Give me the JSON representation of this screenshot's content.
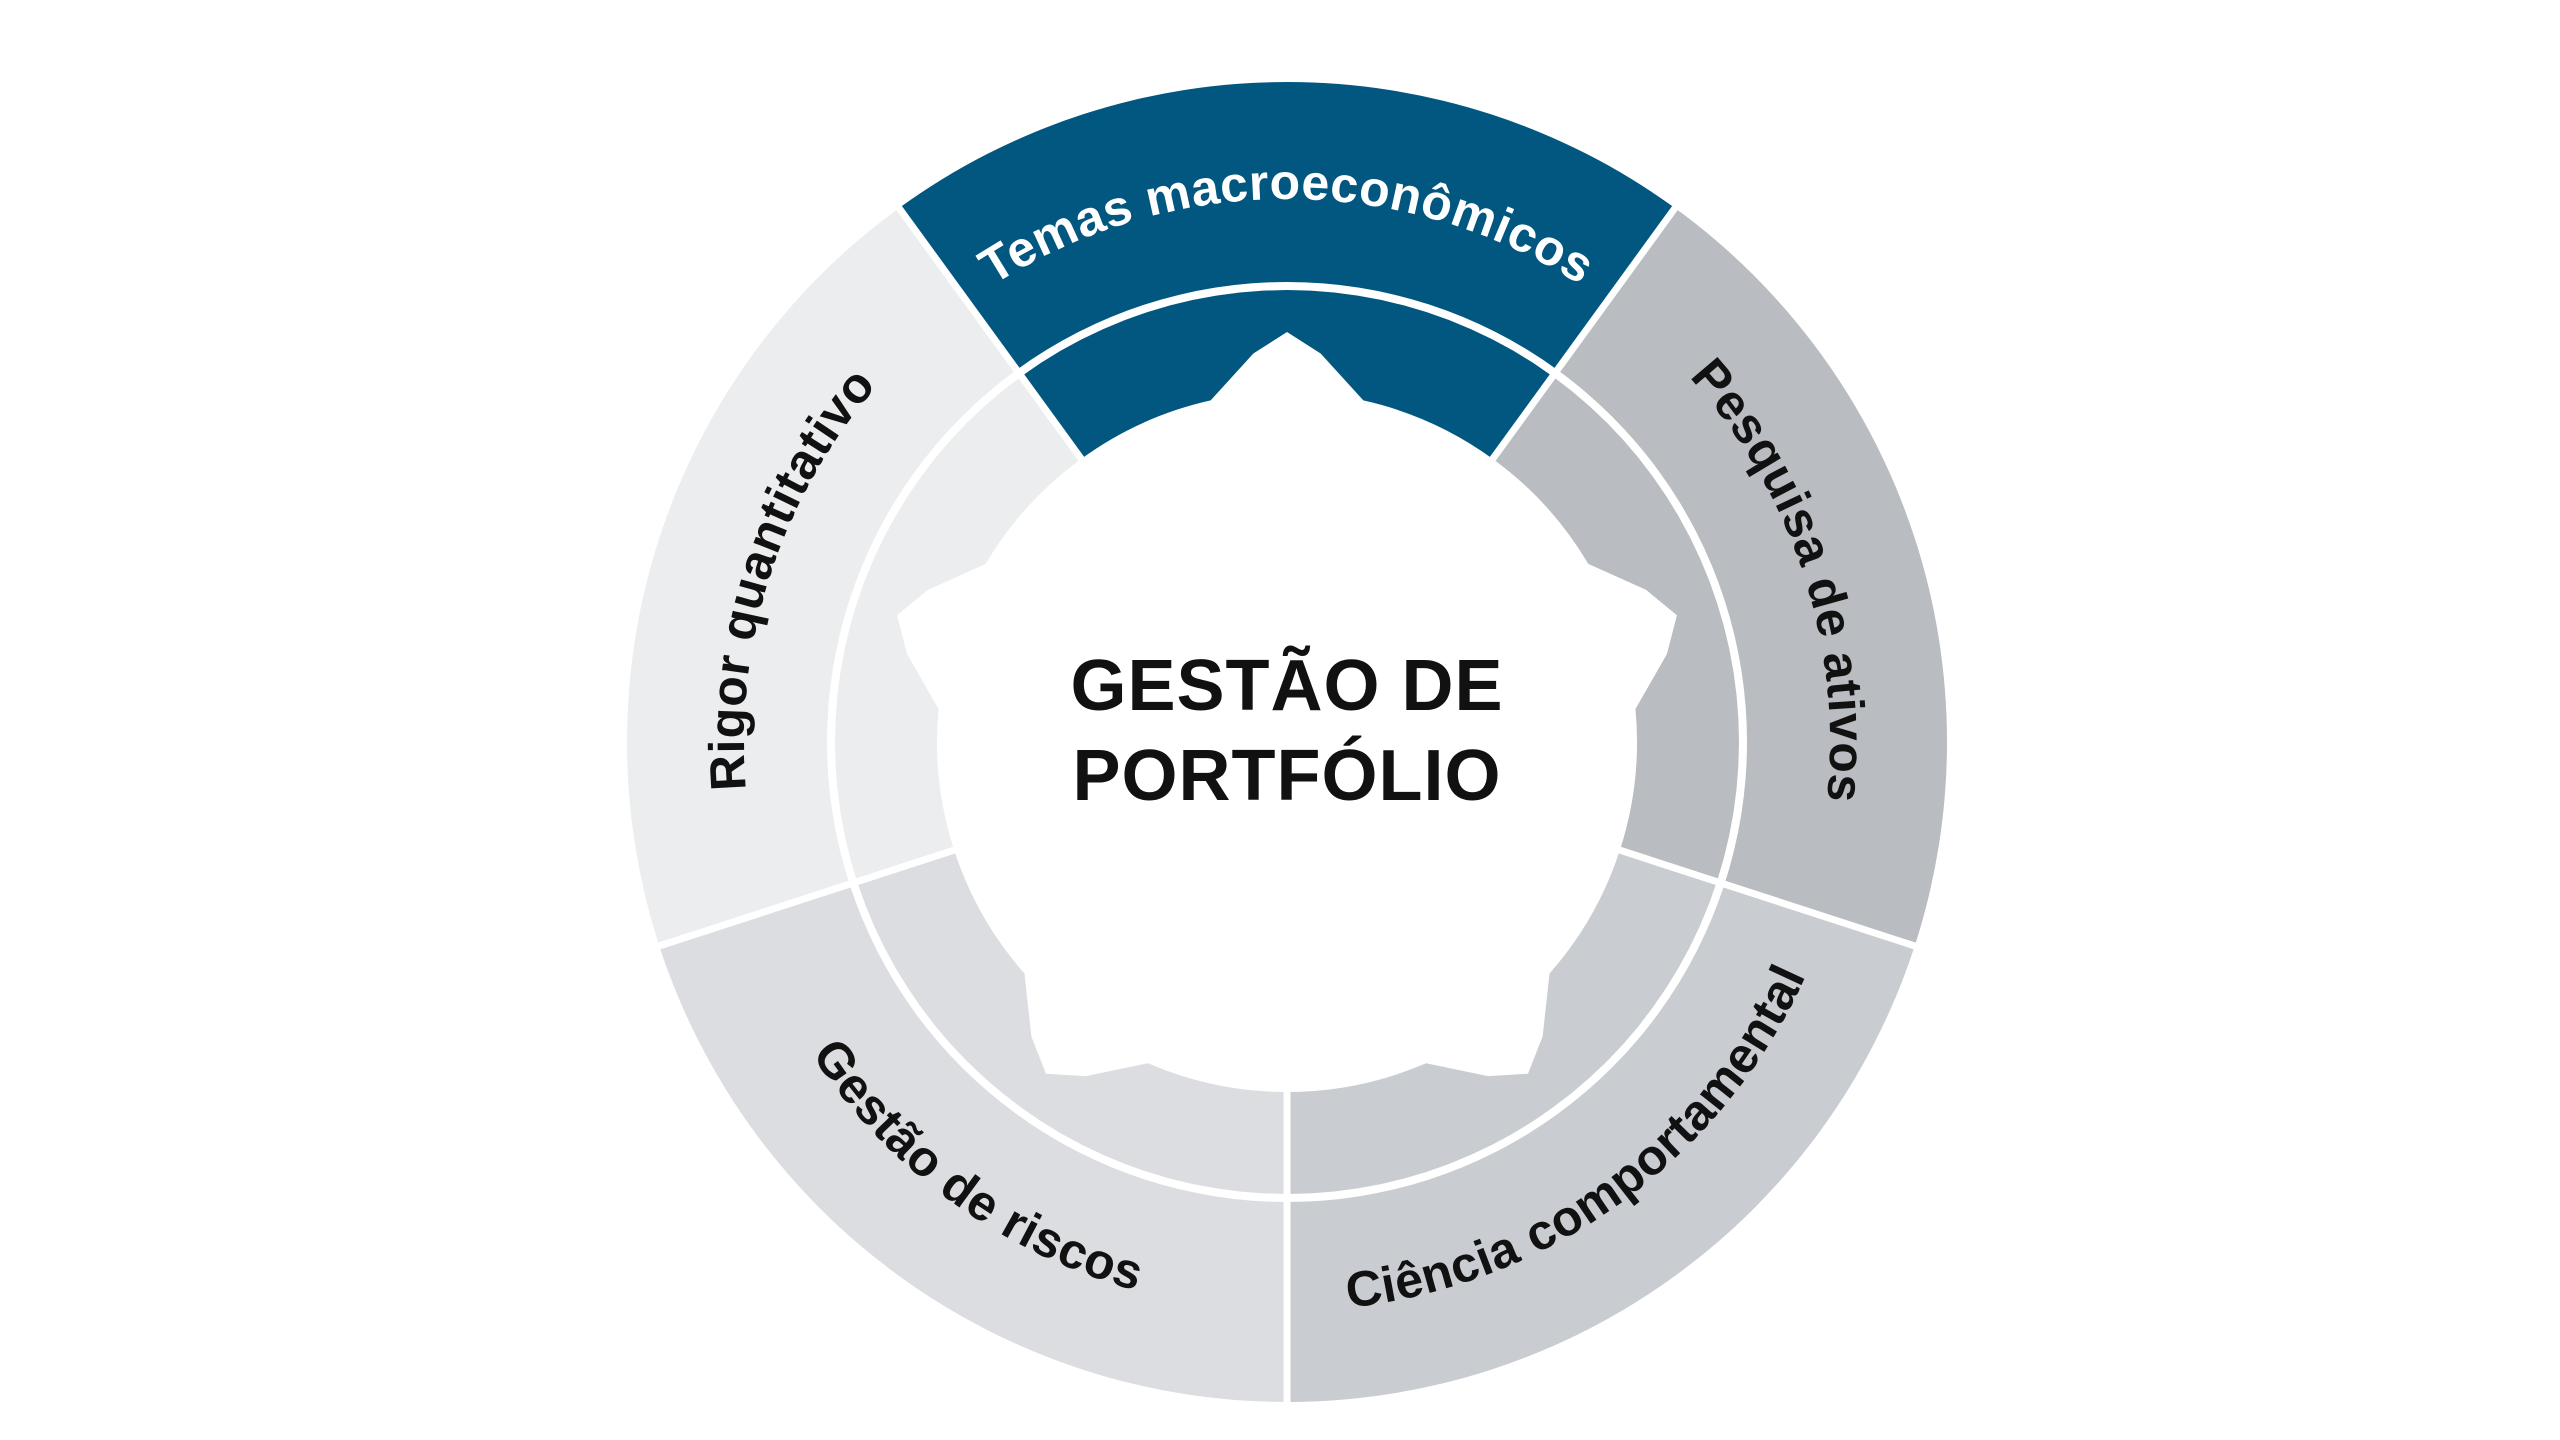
{
  "diagram": {
    "center": {
      "line1": "GESTÃO DE",
      "line2": "PORTFÓLIO"
    },
    "segments": [
      {
        "key": "macro",
        "label": "Temas macroeconômicos",
        "outer_color": "#015780",
        "inner_color": "#015780",
        "text_color": "#ffffff"
      },
      {
        "key": "ativos",
        "label": "Pesquisa de ativos",
        "outer_color": "#b9bcc1",
        "inner_color": "#b9bcc1",
        "text_color": "#111111"
      },
      {
        "key": "comport",
        "label": "Ciência comportamental",
        "outer_color": "#c9ccd1",
        "inner_color": "#c9ccd1",
        "text_color": "#111111"
      },
      {
        "key": "riscos",
        "label": "Gestão de riscos",
        "outer_color": "#dcdde0",
        "inner_color": "#dcdde0",
        "text_color": "#111111"
      },
      {
        "key": "rigor",
        "label": "Rigor quantitativo",
        "outer_color": "#ecedee",
        "inner_color": "#ecedee",
        "text_color": "#111111"
      }
    ],
    "separator_color": "#ffffff",
    "center_color": "#ffffff",
    "center_text_color": "#111111"
  }
}
